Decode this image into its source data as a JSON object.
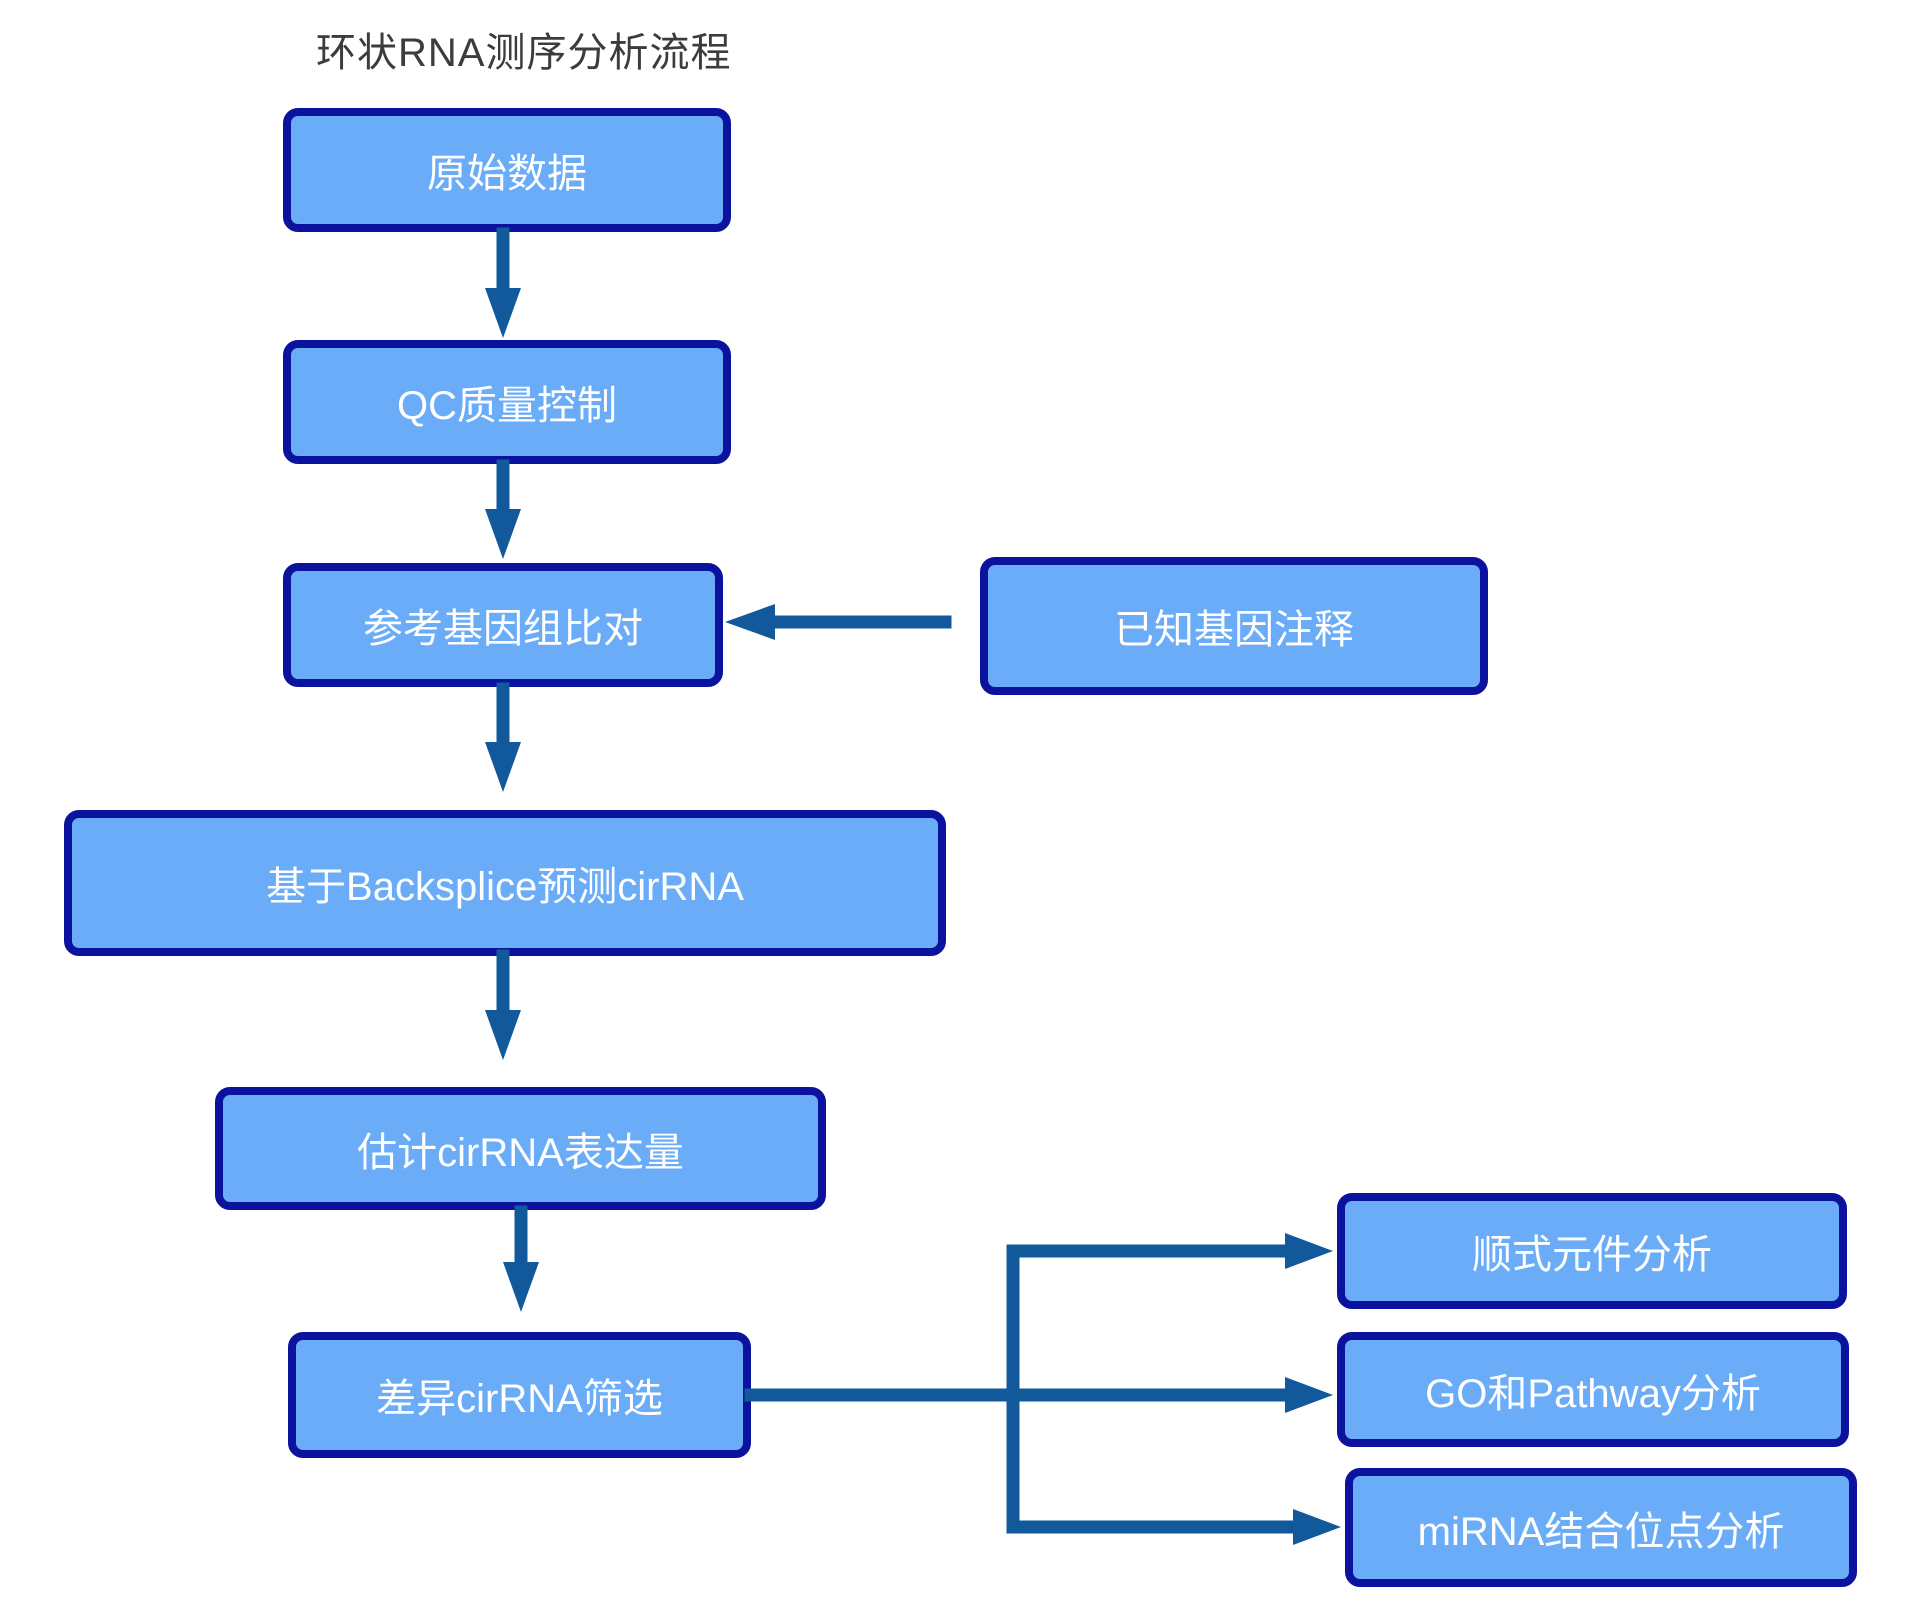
{
  "title": "环状RNA测序分析流程",
  "colors": {
    "box_fill": "#6AACF8",
    "box_border": "#0B129E",
    "arrow": "#11599B",
    "box_text": "#FFFFFF",
    "title_text": "#3C3C3C",
    "background": "#FFFFFF"
  },
  "nodes": {
    "raw_data": {
      "label": "原始数据"
    },
    "qc": {
      "label": "QC质量控制"
    },
    "ref_align": {
      "label": "参考基因组比对"
    },
    "gene_annotation": {
      "label": "已知基因注释"
    },
    "backsplice": {
      "label": "基于Backsplice预测cirRNA"
    },
    "expression": {
      "label": "估计cirRNA表达量"
    },
    "diff_screen": {
      "label": "差异cirRNA筛选"
    },
    "cis_element": {
      "label": "顺式元件分析"
    },
    "go_pathway": {
      "label": "GO和Pathway分析"
    },
    "mirna_binding": {
      "label": "miRNA结合位点分析"
    }
  }
}
